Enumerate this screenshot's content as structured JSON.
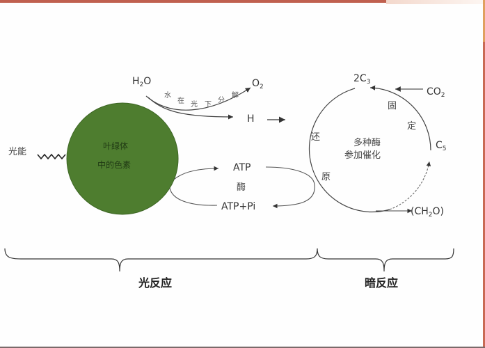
{
  "frame": {
    "accent_color": "#c0604f"
  },
  "light_input": {
    "label": "光能"
  },
  "chloroplast": {
    "line1": "叶绿体",
    "line2": "中的色素",
    "fill_color": "#4e7d2f"
  },
  "water_split": {
    "reactant": {
      "main": "H",
      "sub": "2",
      "tail": "O"
    },
    "product_o2": {
      "main": "O",
      "sub": "2"
    },
    "product_h": "H",
    "arc_label_chars": [
      "水",
      "在",
      "光",
      "下",
      "分",
      "解"
    ]
  },
  "atp_cycle": {
    "top": "ATP",
    "middle": "酶",
    "bottom": "ATP+Pi"
  },
  "calvin_cycle": {
    "center_line1": "多种酶",
    "center_line2": "参加催化",
    "c3": {
      "prefix": "2C",
      "sub": "3"
    },
    "co2": {
      "main": "CO",
      "sub": "2"
    },
    "c5": {
      "main": "C",
      "sub": "5"
    },
    "ch2o": {
      "pre": "(CH",
      "sub": "2",
      "post": "O)"
    },
    "fixation_chars": [
      "固",
      "定"
    ],
    "reduction_chars": [
      "还",
      "原"
    ]
  },
  "braces": {
    "light_reaction": "光反应",
    "dark_reaction": "暗反应"
  }
}
